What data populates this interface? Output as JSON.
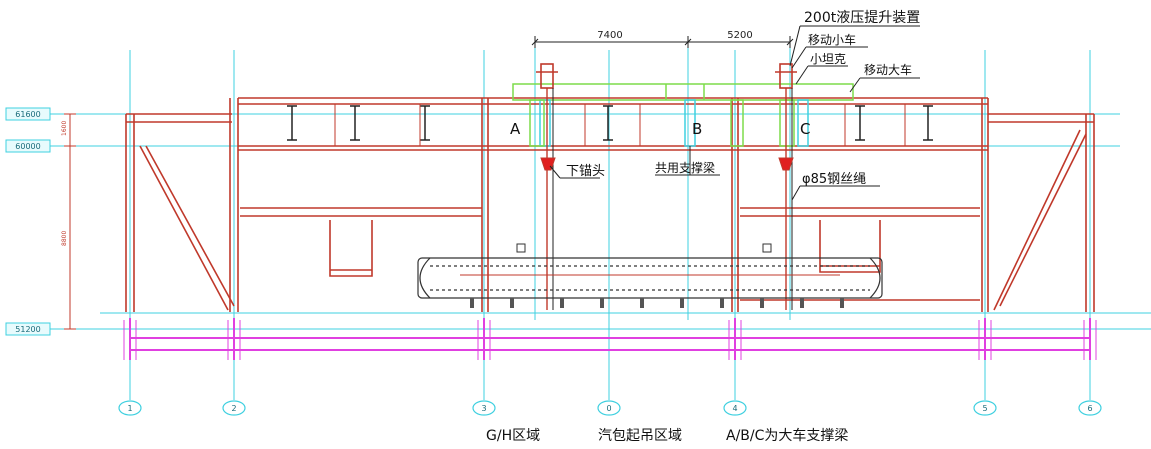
{
  "labels": {
    "hydraulic_lifter": "200t液压提升装置",
    "trolley": "移动小车",
    "small_tank": "小坦克",
    "main_carriage": "移动大车",
    "lower_anchor": "下锚头",
    "shared_support_beam": "共用支撑梁",
    "wire_rope": "φ85钢丝绳",
    "beam_a": "A",
    "beam_b": "B",
    "beam_c": "C"
  },
  "dimensions": {
    "dim_7400": "7400",
    "dim_5200": "5200"
  },
  "elevations": {
    "el_61600": "61600",
    "el_60000": "60000",
    "el_51200": "51200",
    "gap_upper": "1600",
    "gap_lower": "8800"
  },
  "axes": [
    "1",
    "2",
    "3",
    "0",
    "4",
    "5",
    "6"
  ],
  "captions": {
    "gh_zone": "G/H区域",
    "drum_lift_zone": "汽包起吊区域",
    "abc_note": "A/B/C为大车支撑梁"
  },
  "colors": {
    "steel": "#c0392b",
    "axis": "#3fd0e0",
    "rail": "#e040e0",
    "carriage": "#7ddc4a",
    "dim": "#222222"
  }
}
